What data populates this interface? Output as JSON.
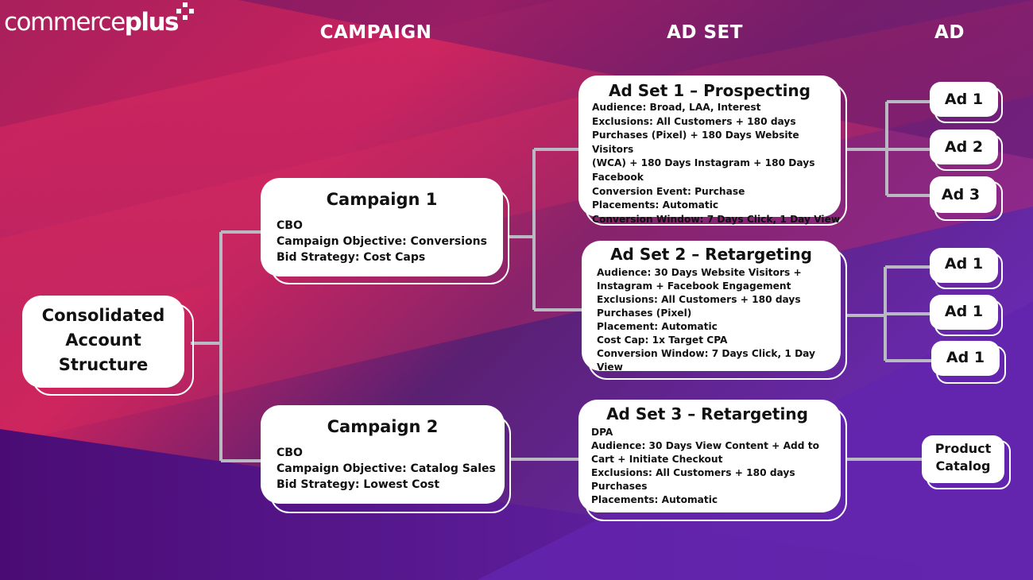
{
  "logo": {
    "light": "commerce",
    "bold": "plus"
  },
  "headers": {
    "campaign": "CAMPAIGN",
    "ad_set": "AD SET",
    "ad": "AD"
  },
  "root": {
    "lines": [
      "Consolidated",
      "Account",
      "Structure"
    ]
  },
  "campaigns": [
    {
      "title": "Campaign 1",
      "lines": [
        "CBO",
        "Campaign Objective: Conversions",
        "Bid Strategy: Cost Caps"
      ]
    },
    {
      "title": "Campaign 2",
      "lines": [
        "CBO",
        "Campaign Objective: Catalog Sales",
        "Bid Strategy: Lowest Cost"
      ]
    }
  ],
  "ad_sets": [
    {
      "title": "Ad Set 1 – Prospecting",
      "lines": [
        "Audience: Broad, LAA, Interest",
        "Exclusions: All Customers + 180 days",
        "Purchases (Pixel) + 180 Days Website Visitors",
        "(WCA) + 180 Days Instagram + 180 Days",
        "Facebook",
        "Conversion Event: Purchase",
        "Placements: Automatic",
        "Conversion Window: 7 Days Click, 1 Day View"
      ]
    },
    {
      "title": "Ad Set 2 – Retargeting",
      "lines": [
        "Audience: 30 Days Website Visitors +",
        "Instagram + Facebook Engagement",
        "Exclusions: All Customers + 180 days",
        "Purchases (Pixel)",
        "Placement: Automatic",
        "Cost Cap: 1x Target CPA",
        "Conversion Window: 7 Days Click, 1 Day View"
      ]
    },
    {
      "title": "Ad Set 3 – Retargeting",
      "lines": [
        "DPA",
        "Audience: 30 Days View Content + Add to",
        "Cart + Initiate Checkout",
        "Exclusions: All Customers + 180 days",
        "Purchases",
        "Placements: Automatic"
      ]
    }
  ],
  "ads": {
    "set1": [
      "Ad 1",
      "Ad 2",
      "Ad 3"
    ],
    "set2": [
      "Ad 1",
      "Ad 1",
      "Ad 1"
    ],
    "catalog": [
      "Product",
      "Catalog"
    ]
  },
  "colors": {
    "background_pink": "#ec2a63",
    "background_purple": "#4b1b86",
    "background_violet": "#6a2ab5",
    "connector": "#b9b9c4",
    "card": "#ffffff",
    "card_text": "#111111"
  }
}
